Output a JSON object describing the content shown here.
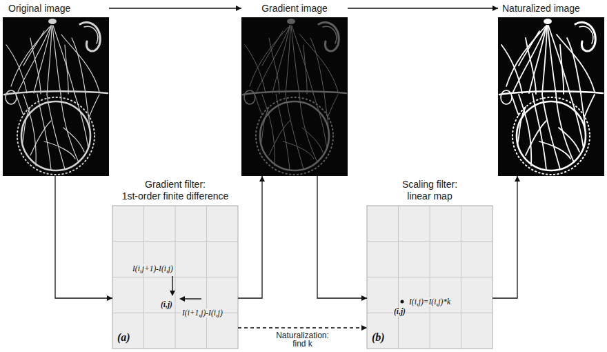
{
  "diagram": {
    "nodes": [
      {
        "text": [
          "Original image"
        ]
      },
      {
        "text": [
          "Gradient image"
        ]
      },
      {
        "text": [
          "Naturalized image"
        ]
      },
      {
        "text": [
          "Gradient filter:",
          "1st-order finite difference",
          "I(i,j+1)-I(i,j)",
          "(i,j)",
          "I(i+1,j)-I(i,j)",
          "(a)"
        ]
      },
      {
        "text": [
          "Scaling filter:",
          "linear map",
          "I(i,j)=I(i,j)*k",
          "(i,j)",
          "(b)"
        ]
      }
    ],
    "edges": [
      {
        "from": 0,
        "to": 1,
        "arrow": "to"
      },
      {
        "from": 1,
        "to": 2,
        "arrow": "to"
      },
      {
        "from": 0,
        "to": 3,
        "arrow": "to"
      },
      {
        "from": 3,
        "to": 1,
        "arrow": "to"
      },
      {
        "from": 1,
        "to": 4,
        "arrow": "to"
      },
      {
        "from": 4,
        "to": 2,
        "arrow": "to"
      },
      {
        "from": 3,
        "to": 4,
        "arrow": "to",
        "label": "Naturalization: find k"
      }
    ]
  }
}
